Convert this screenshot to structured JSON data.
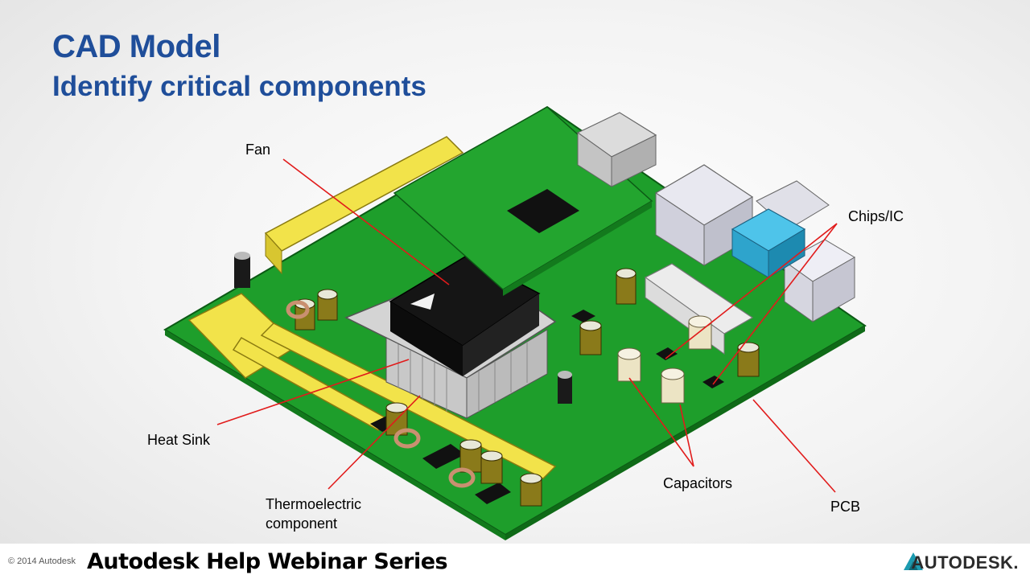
{
  "slide": {
    "title": "CAD Model",
    "subtitle": "Identify critical components"
  },
  "callouts": {
    "fan": "Fan",
    "chips": "Chips/IC",
    "heat_sink": "Heat Sink",
    "thermo_line1": "Thermoelectric",
    "thermo_line2": "component",
    "capacitors": "Capacitors",
    "pcb": "PCB"
  },
  "footer": {
    "copyright": "© 2014 Autodesk",
    "series": "Autodesk Help Webinar Series",
    "brand": "AUTODESK."
  },
  "colors": {
    "title": "#1f4e9a",
    "pcb_green": "#1e9e2b",
    "leader_red": "#e11b1b",
    "connector_yellow": "#f2e34a"
  }
}
